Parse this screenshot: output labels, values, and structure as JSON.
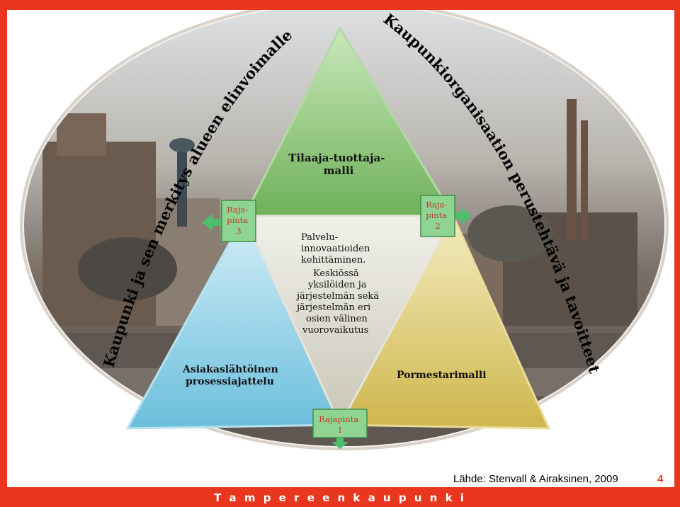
{
  "diagram": {
    "left_arc_text": "Kaupunki ja sen merkitys alueen elinvoimalle",
    "right_arc_text": "Kaupunkiorganisaation perustehtävä ja tavoitteet",
    "top_triangle_label": [
      "Tilaaja-tuottaja-",
      "malli"
    ],
    "center_text": [
      "Palvelu-",
      "innovaatioiden",
      "kehittäminen.",
      "Keskiössä",
      "yksilöiden ja",
      "järjestelmän sekä",
      "järjestelmän eri",
      "osien välinen",
      "vuorovaikutus"
    ],
    "left_triangle_label": [
      "Asiakaslähtöinen",
      "prosessiajattelu"
    ],
    "right_triangle_label": "Pormestarimalli",
    "interface_1": [
      "Rajapinta",
      "1"
    ],
    "interface_2": [
      "Raja-",
      "pinta",
      "2"
    ],
    "interface_3": [
      "Raja-",
      "pinta",
      "3"
    ]
  },
  "footer": {
    "org_name": "T a m p e r e e n  k a u p u n k i",
    "source": "Lähde: Stenvall & Airaksinen, 2009",
    "page_number": "4"
  },
  "colors": {
    "frame": "#e8371e",
    "top_triangle": "#8fc77a",
    "left_triangle": "#8fd0e6",
    "right_triangle": "#e3d07a",
    "interface_box": "#8fd492",
    "arrow": "#4dbf6a"
  }
}
